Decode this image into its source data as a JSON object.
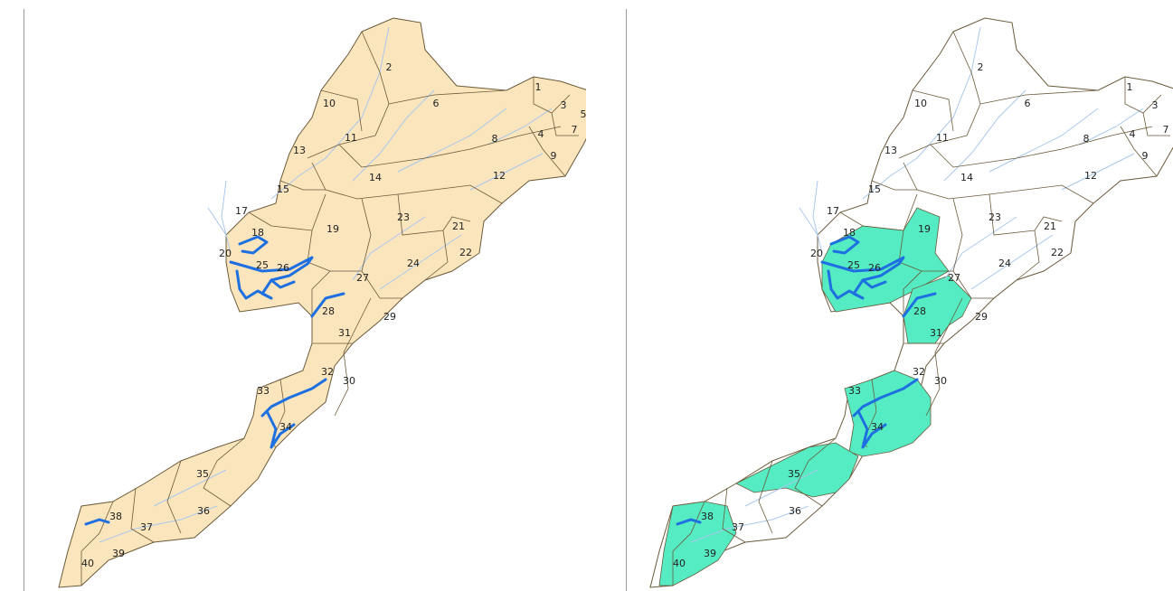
{
  "colors": {
    "left_fill": "#fbe5bd",
    "right_base_fill": "#ffffff",
    "right_highlight_fill": "#55ecc3",
    "boundary": "#6a5a3a",
    "river": "#a9c8ec",
    "lake": "#1e6fe0"
  },
  "highlighted_subbasins": [
    "20",
    "25",
    "26",
    "28",
    "34",
    "35",
    "38",
    "39",
    "40",
    "18"
  ],
  "subbasin_labels": [
    "1",
    "2",
    "3",
    "4",
    "5",
    "6",
    "7",
    "8",
    "9",
    "10",
    "11",
    "12",
    "13",
    "14",
    "15",
    "17",
    "18",
    "19",
    "20",
    "21",
    "22",
    "23",
    "24",
    "25",
    "26",
    "27",
    "28",
    "29",
    "30",
    "31",
    "32",
    "33",
    "34",
    "35",
    "36",
    "37",
    "38",
    "39",
    "40"
  ],
  "right_panel_visible_labels": [
    "1",
    "2",
    "3",
    "4",
    "6",
    "7",
    "8",
    "9",
    "10",
    "11",
    "12",
    "13",
    "14",
    "15",
    "17",
    "18",
    "19",
    "20",
    "21",
    "22",
    "23",
    "24",
    "25",
    "26",
    "27",
    "28",
    "29",
    "30",
    "31",
    "32",
    "33",
    "34",
    "35",
    "36",
    "37",
    "38",
    "39",
    "40"
  ]
}
